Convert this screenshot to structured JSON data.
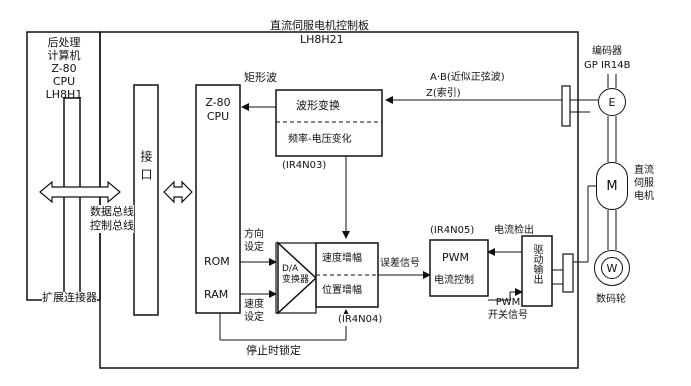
{
  "host": {
    "lines": [
      "后处理",
      "计算机",
      "Z-80",
      "CPU",
      "LH8H1"
    ]
  },
  "board_title": [
    "直流伺服电机控制板",
    "LH8H21"
  ],
  "interface": {
    "label": "接口"
  },
  "bus": {
    "lines": [
      "数据总线",
      "控制总线"
    ]
  },
  "expansion_connector": "扩展连接器",
  "cpu": {
    "lines": [
      "Z-80",
      "CPU"
    ],
    "rom": "ROM",
    "ram": "RAM"
  },
  "rect_wave": "矩形波",
  "waveform": {
    "top": "波形变换",
    "bottom": "频率-电压变化",
    "part": "(IR4N03)"
  },
  "encoder_signal": [
    "A·B(近似正弦波)",
    "Z(索引)"
  ],
  "encoder": {
    "title": "编码器",
    "part": "GP IR14B",
    "symbol": "E"
  },
  "motor": {
    "symbol": "M",
    "lines": [
      "直流",
      "伺服",
      "电机"
    ]
  },
  "tacho": {
    "symbol": "W",
    "label": "数码轮"
  },
  "direction_set": [
    "方向",
    "设定"
  ],
  "speed_set": [
    "速度",
    "设定"
  ],
  "da": {
    "lines": [
      "D/A",
      "变换器"
    ]
  },
  "amp": {
    "speed": "速度增幅",
    "position": "位置增幅",
    "part": "(IR4N04)"
  },
  "error_signal": "误差信号",
  "pwm": {
    "part": "(IR4N05)",
    "title": "PWM",
    "sub": "电流控制"
  },
  "current_detect": "电流检出",
  "driver": {
    "lines": [
      "驱动",
      "输出"
    ]
  },
  "pwm_switch": [
    "PWM",
    "开关信号"
  ],
  "stop_lock": "停止时锁定"
}
